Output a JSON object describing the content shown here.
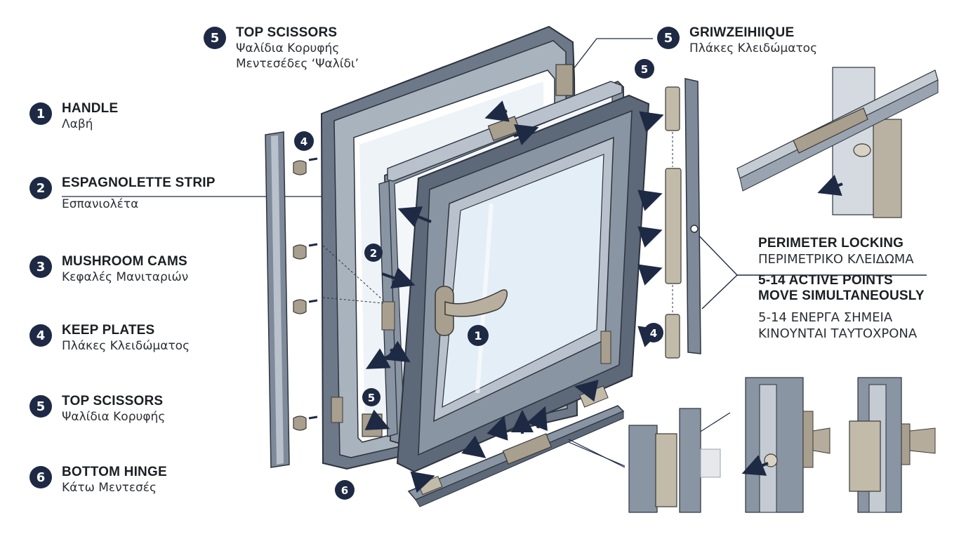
{
  "colors": {
    "badge": "#1e2a44",
    "frame_dark": "#5d6878",
    "frame_mid": "#8a95a3",
    "frame_light": "#b9c2cc",
    "glass": "#e4eef7",
    "hardware": "#a89f8f",
    "arrow": "#1e2a44"
  },
  "legend": [
    {
      "number": "1",
      "title": "HANDLE",
      "greek": "Λαβή",
      "icon": "handle"
    },
    {
      "number": "2",
      "title": "ESPAGNOLETTE STRIP",
      "greek": "Εσπανιολέτα",
      "icon": "espagnolette"
    },
    {
      "number": "3",
      "title": "MUSHROOM CAMS",
      "greek": "Κεφαλές Μανιταριών",
      "icon": "mushroom-cam"
    },
    {
      "number": "4",
      "title": "KEEP PLATES",
      "greek": "Πλάκες Κλειδώματος",
      "icon": "keep-plate"
    },
    {
      "number": "5",
      "title": "TOP SCISSORS",
      "greek": "Ψαλίδια Κορυφής",
      "icon": "top-scissors"
    },
    {
      "number": "6",
      "title": "BOTTOM HINGE",
      "greek": "Κάτω Μεντεσές",
      "icon": "bottom-hinge"
    }
  ],
  "callout_top_scissors": {
    "number": "5",
    "title": "TOP SCISSORS",
    "greek_1": "Ψαλίδια Κορυφής",
    "greek_2": "Μεντεσέδες ‘Ψαλίδι’"
  },
  "callout_keep": {
    "number": "5",
    "title": "GRIWZEIHIIQUE",
    "greek": "Πλάκες Κλειδώματος"
  },
  "perimeter": {
    "title_en": "PERIMETER LOCKING",
    "title_gr": "ΠΕΡΙΜΕΤΡΙΚΟ ΚΛΕΙΔΩΜΑ",
    "points_en_1": "5-14 ACTIVE POINTS",
    "points_en_2": "MOVE SIMULTANEOUSLY",
    "points_gr_1": "5-14 ΕΝΕΡΓΑ ΣΗΜΕΙΑ",
    "points_gr_2": "ΚΙΝΟΥΝΤΑΙ ΤΑΥΤΟΧΡΟΝΑ"
  },
  "diagram_markers": {
    "m1": "1",
    "m2": "2",
    "m4a": "4",
    "m4b": "4",
    "m5a": "5",
    "m5b": "5",
    "m6": "6"
  }
}
